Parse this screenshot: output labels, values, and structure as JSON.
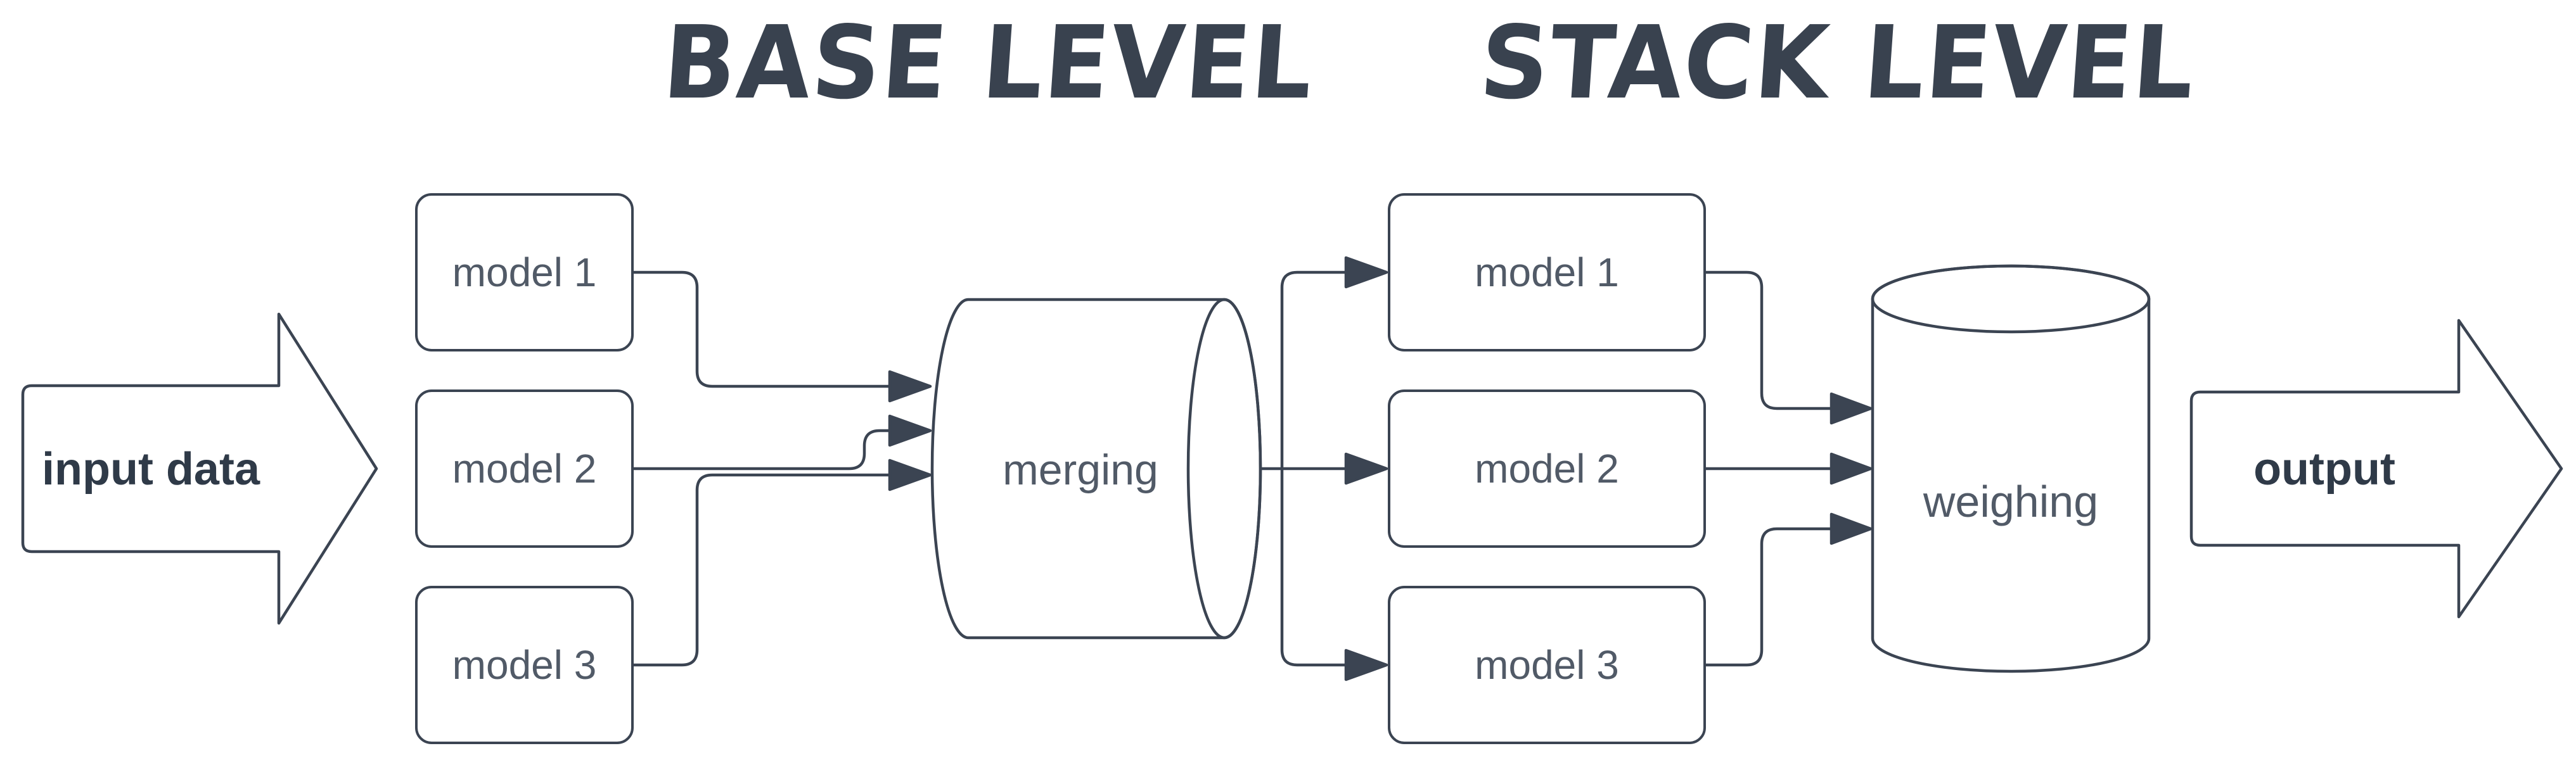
{
  "headers": {
    "base": "BASE LEVEL",
    "stack": "STACK LEVEL"
  },
  "input_arrow": {
    "label": "input data"
  },
  "output_arrow": {
    "label": "output"
  },
  "base_level": {
    "models": [
      {
        "label": "model 1"
      },
      {
        "label": "model 2"
      },
      {
        "label": "model 3"
      }
    ],
    "merge_node": {
      "label": "merging",
      "shape": "horizontal-cylinder"
    }
  },
  "stack_level": {
    "models": [
      {
        "label": "model 1"
      },
      {
        "label": "model 2"
      },
      {
        "label": "model 3"
      }
    ],
    "weigh_node": {
      "label": "weighing",
      "shape": "vertical-cylinder"
    }
  },
  "colors": {
    "stroke": "#3B4452",
    "node_label": "#515A67",
    "bold_label": "#2F3A48",
    "header": "#39424F",
    "background": "#FFFFFF"
  }
}
